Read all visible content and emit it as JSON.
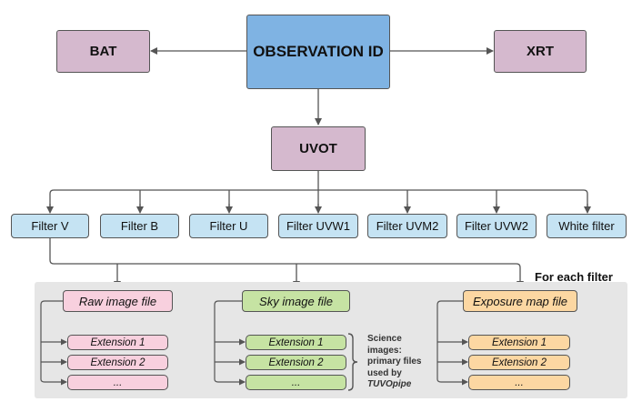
{
  "top": {
    "observation_id": "OBSERVATION ID",
    "bat": "BAT",
    "xrt": "XRT",
    "uvot": "UVOT"
  },
  "filters": [
    "Filter V",
    "Filter B",
    "Filter U",
    "Filter UVW1",
    "Filter UVM2",
    "Filter UVW2",
    "White filter"
  ],
  "panel": {
    "title": "For each filter",
    "columns": [
      {
        "file": "Raw image file",
        "extensions": [
          "Extension 1",
          "Extension 2",
          "..."
        ],
        "color": "#f8d0de"
      },
      {
        "file": "Sky image file",
        "extensions": [
          "Extension 1",
          "Extension 2",
          "..."
        ],
        "color": "#c6e3a3"
      },
      {
        "file": "Exposure map file",
        "extensions": [
          "Extension 1",
          "Extension 2",
          "..."
        ],
        "color": "#fcd7a2"
      }
    ],
    "note_lines": [
      "Science",
      "images:",
      "primary files",
      "used by"
    ],
    "note_tool": "TUVOpipe"
  },
  "colors": {
    "mission": "#d5b9ce",
    "observation": "#7fb3e3",
    "filter": "#c5e3f3",
    "panel": "#e6e6e6",
    "arrow": "#555555"
  }
}
